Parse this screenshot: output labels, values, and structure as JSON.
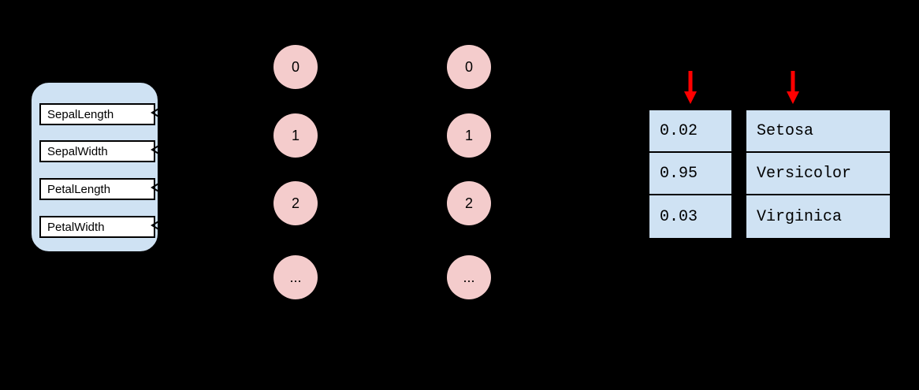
{
  "colors": {
    "background": "#000000",
    "input_panel": "#cfe2f3",
    "feature_box": "#ffffff",
    "node_fill": "#f4cccc",
    "table_cell": "#cfe2f3",
    "red_arrow": "#ff0000",
    "line": "#000000"
  },
  "input_layer": {
    "features": [
      {
        "label": "SepalLength"
      },
      {
        "label": "SepalWidth"
      },
      {
        "label": "PetalLength"
      },
      {
        "label": "PetalWidth"
      }
    ]
  },
  "hidden_layers": [
    {
      "nodes": [
        "0",
        "1",
        "2",
        "..."
      ]
    },
    {
      "nodes": [
        "0",
        "1",
        "2",
        "..."
      ]
    }
  ],
  "output": {
    "probabilities": [
      "0.02",
      "0.95",
      "0.03"
    ],
    "classes": [
      "Setosa",
      "Versicolor",
      "Virginica"
    ]
  }
}
